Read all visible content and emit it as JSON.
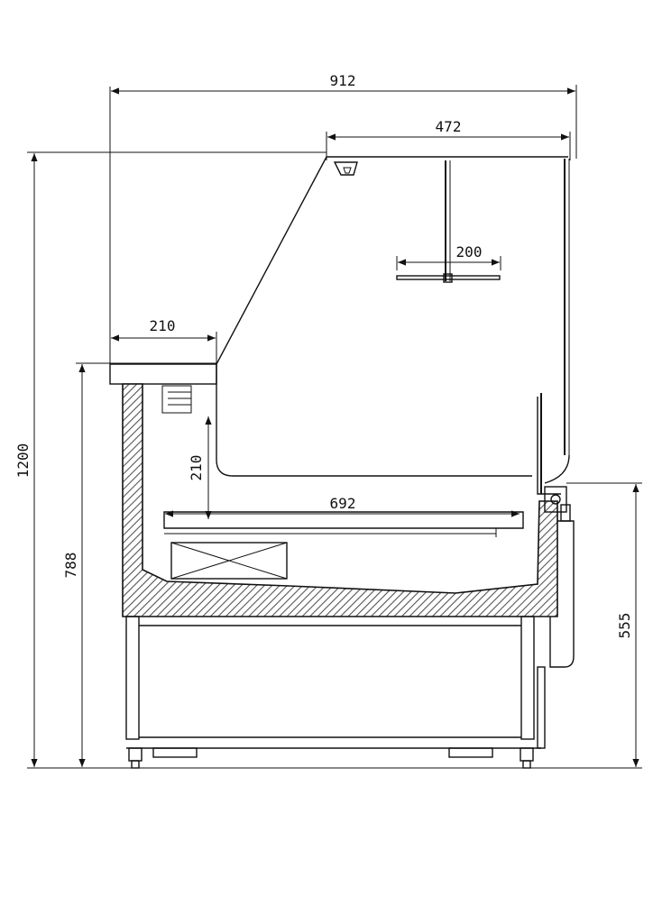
{
  "dimensions": {
    "total_depth": "912",
    "upper_section_depth": "472",
    "shelf_width": "200",
    "top_shelf_depth": "210",
    "inner_height": "210",
    "deck_depth": "692",
    "total_height": "1200",
    "counter_height": "788",
    "rear_height": "555"
  },
  "colors": {
    "line": "#111111",
    "insulation": "#555555",
    "background": "#ffffff"
  }
}
